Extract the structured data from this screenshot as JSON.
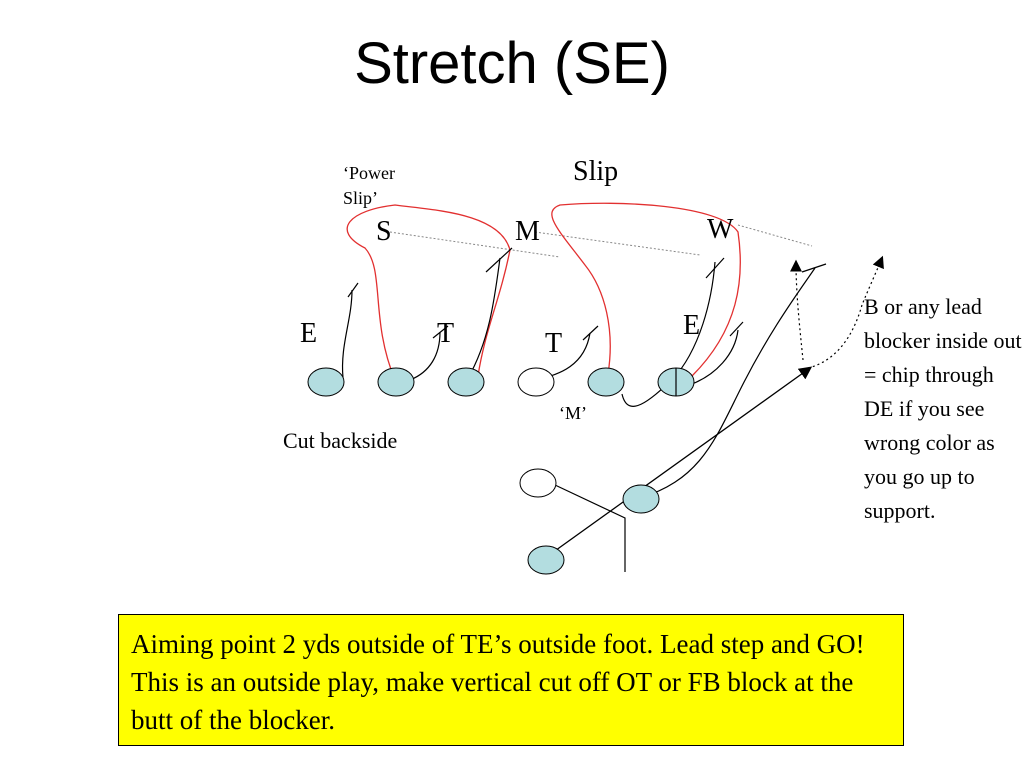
{
  "title": "Stretch (SE)",
  "labels": {
    "power_slip_line1": "‘Power",
    "power_slip_line2": "Slip’",
    "slip": "Slip",
    "s": "S",
    "m": "M",
    "w": "W",
    "e_left": "E",
    "t_left": "T",
    "t_mid": "T",
    "e_right": "E",
    "m_quote": "‘M’",
    "cut_backside": "Cut backside"
  },
  "note": "B or any lead blocker inside out = chip through DE if you see wrong color as you go up to support.",
  "callout": "Aiming point 2 yds outside of TE’s outside foot. Lead step and GO! This is an outside play, make vertical cut off OT or FB block at the butt of the blocker.",
  "colors": {
    "player_fill": "#b3dde0",
    "red_route": "#e23030",
    "callout_bg": "#ffff00"
  }
}
